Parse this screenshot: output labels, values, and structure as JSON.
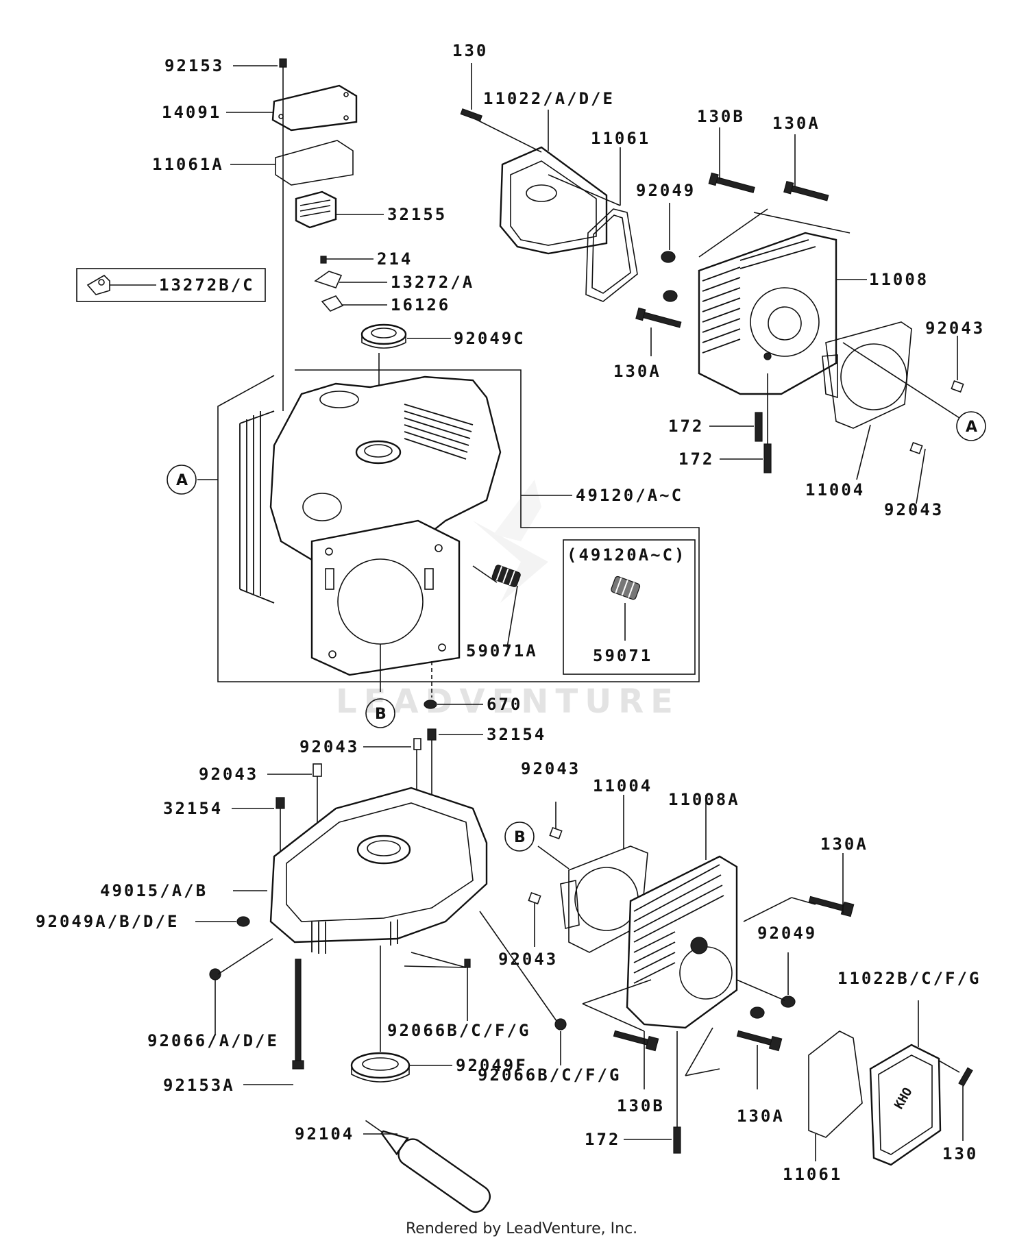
{
  "watermark": "LEADVENTURE",
  "footer": "Rendered by LeadVenture, Inc.",
  "callouts": {
    "a_left": "A",
    "a_right": "A",
    "b_upper": "B",
    "b_lower": "B"
  },
  "inset_label": "(49120A~C)",
  "labels": {
    "p92153": "92153",
    "p14091": "14091",
    "p11061A": "11061A",
    "p32155": "32155",
    "p214": "214",
    "p13272BC": "13272B/C",
    "p13272A": "13272/A",
    "p16126": "16126",
    "p92049C": "92049C",
    "p49120AC": "49120/A~C",
    "p59071A": "59071A",
    "p59071": "59071",
    "p670": "670",
    "p130_top": "130",
    "p11022ADE": "11022/A/D/E",
    "p11061_top": "11061",
    "p130B_top": "130B",
    "p130A_top": "130A",
    "p92049_top": "92049",
    "p11008": "11008",
    "p92043_r1": "92043",
    "p130A_mid": "130A",
    "p172_a": "172",
    "p172_b": "172",
    "p11004_top": "11004",
    "p92043_r2": "92043",
    "p92043_c1": "92043",
    "p32154_c1": "32154",
    "p92043_c2": "92043",
    "p32154_c2": "32154",
    "p49015AB": "49015/A/B",
    "p92049ABDE": "92049A/B/D/E",
    "p92066ADE": "92066/A/D/E",
    "p92066BCFG_a": "92066B/C/F/G",
    "p92049F": "92049F",
    "p92066BCFG_b": "92066B/C/F/G",
    "p92153A": "92153A",
    "p92104": "92104",
    "p92043_l1": "92043",
    "p11004_low": "11004",
    "p11008A": "11008A",
    "p130A_low1": "130A",
    "p92043_l2": "92043",
    "p92049_low": "92049",
    "p11022BCFG": "11022B/C/F/G",
    "p130B_low": "130B",
    "p130A_low2": "130A",
    "p172_low": "172",
    "p11061_low": "11061",
    "p130_low": "130"
  }
}
